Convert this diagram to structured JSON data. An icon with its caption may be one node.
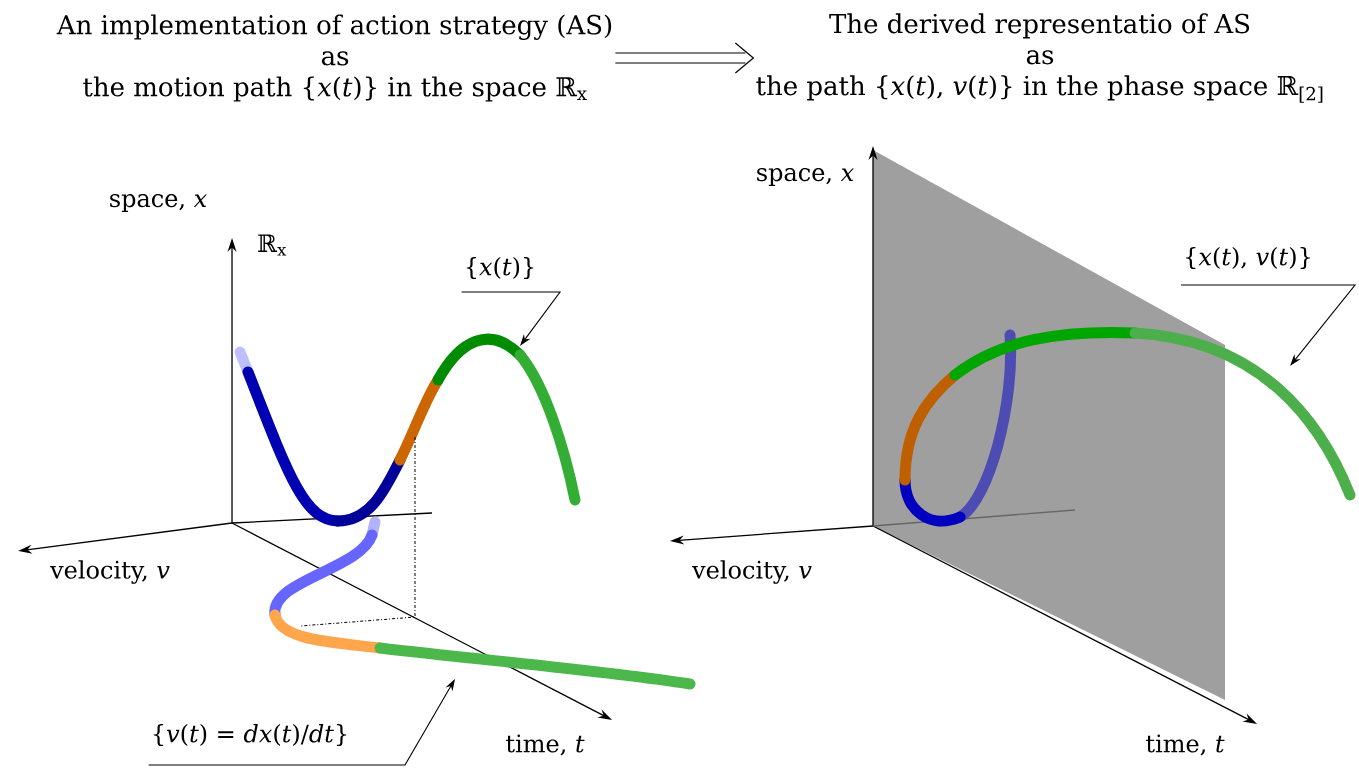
{
  "diagram": {
    "nodes": [
      {
        "text": [
          "An implementation of action strategy (AS)",
          "as",
          "the motion path {*x*(*t*)} in the space ℝ$_{x}$"
        ]
      },
      {
        "text": [
          "The derived representatio of AS",
          "as",
          "the path {*x*(*t*), *v*(*t*)} in the phase space ℝ$_{[2]}$"
        ]
      },
      {
        "text": [
          "{*x*(*t*)}"
        ]
      },
      {
        "text": [
          "{*v*(*t*) = *dx*(*t*)/*dt*}"
        ]
      },
      {
        "text": [
          "{*x*(*t*), *v*(*t*)}"
        ]
      }
    ],
    "edges": [
      {
        "from": 0,
        "to": 1,
        "arrow": "to"
      },
      {
        "from": 2,
        "to": null,
        "arrow": "to"
      },
      {
        "from": 3,
        "to": null,
        "arrow": "to"
      },
      {
        "from": 4,
        "to": null,
        "arrow": "to"
      }
    ],
    "labels": [
      "space, *x*",
      "ℝ$_{x}$",
      "velocity, *v*",
      "time, *t*",
      "space, *x*",
      "velocity, *v*",
      "time, *t*"
    ]
  }
}
